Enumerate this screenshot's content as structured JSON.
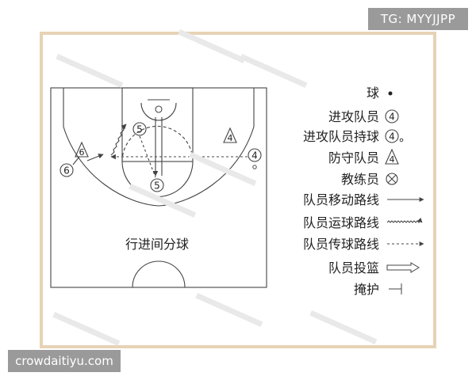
{
  "watermarks": {
    "top_right": "TG: MYYJJPP",
    "bottom_left": "crowdaitiyu.com"
  },
  "court": {
    "title": "行进间分球",
    "players": [
      {
        "symbol": "attacker",
        "number": "5",
        "role": "post"
      },
      {
        "symbol": "attacker-with-ball",
        "number": "5",
        "role": "paint"
      },
      {
        "symbol": "defender",
        "number": "5",
        "role": "paint"
      },
      {
        "symbol": "defender",
        "number": "4",
        "role": "right-wing"
      },
      {
        "symbol": "attacker",
        "number": "4",
        "role": "right-wing"
      },
      {
        "symbol": "defender",
        "number": "6",
        "role": "left-wing"
      },
      {
        "symbol": "attacker",
        "number": "6",
        "role": "left-corner"
      }
    ]
  },
  "legend": {
    "items": [
      {
        "label": "球",
        "symbol": "ball"
      },
      {
        "label": "进攻队员",
        "symbol": "attacker",
        "sample": "4"
      },
      {
        "label": "进攻队员持球",
        "symbol": "attacker-with-ball",
        "sample": "4"
      },
      {
        "label": "防守队员",
        "symbol": "defender",
        "sample": "4"
      },
      {
        "label": "教练员",
        "symbol": "coach"
      },
      {
        "label": "队员移动路线",
        "symbol": "move-line"
      },
      {
        "label": "队员运球路线",
        "symbol": "dribble-line"
      },
      {
        "label": "队员传球路线",
        "symbol": "pass-line"
      },
      {
        "label": "队员投篮",
        "symbol": "shot-arrow"
      },
      {
        "label": "掩护",
        "symbol": "screen"
      }
    ]
  },
  "colors": {
    "frame": "#e6d3b6",
    "lines": "#444444",
    "text": "#222222",
    "tag_bg": "#9a9a9a"
  }
}
